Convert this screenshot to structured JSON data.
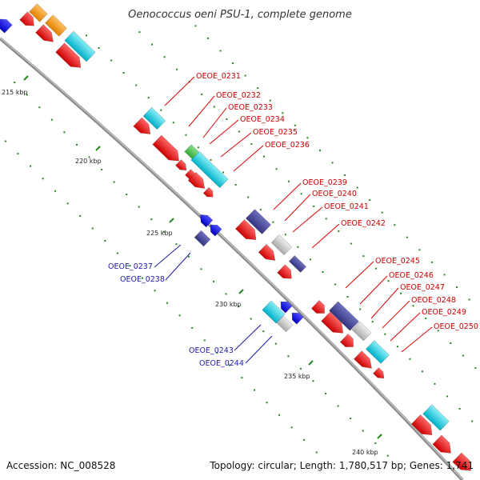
{
  "title": "Oenococcus oeni PSU-1, complete genome",
  "footer": {
    "accession": "Accession: NC_008528",
    "topology": "Topology: circular; Length: 1,780,517 bp; Genes: 1,741"
  },
  "ticks": [
    "215 kbp",
    "220 kbp",
    "225 kbp",
    "230 kbp",
    "235 kbp",
    "240 kbp"
  ],
  "genes_upper": [
    "OEOE_0231",
    "OEOE_0232",
    "OEOE_0233",
    "OEOE_0234",
    "OEOE_0235",
    "OEOE_0236",
    "OEOE_0239",
    "OEOE_0240",
    "OEOE_0241",
    "OEOE_0242",
    "OEOE_0245",
    "OEOE_0246",
    "OEOE_0247",
    "OEOE_0248",
    "OEOE_0249",
    "OEOE_0250"
  ],
  "genes_lower": [
    "OEOE_0237",
    "OEOE_0238",
    "OEOE_0243",
    "OEOE_0244"
  ],
  "colors": {
    "backbone": "#8c8c8c",
    "cds": "#ee0000",
    "rna": "#00c8d8",
    "hypothetical": "#4a4a9a",
    "gray": "#c8c8c8",
    "orange": "#ff9900",
    "blue": "#1010e0",
    "green": "#44bb44",
    "tick": "#228822",
    "label_red": "#cc0000",
    "label_blue": "#1c1ca8"
  }
}
